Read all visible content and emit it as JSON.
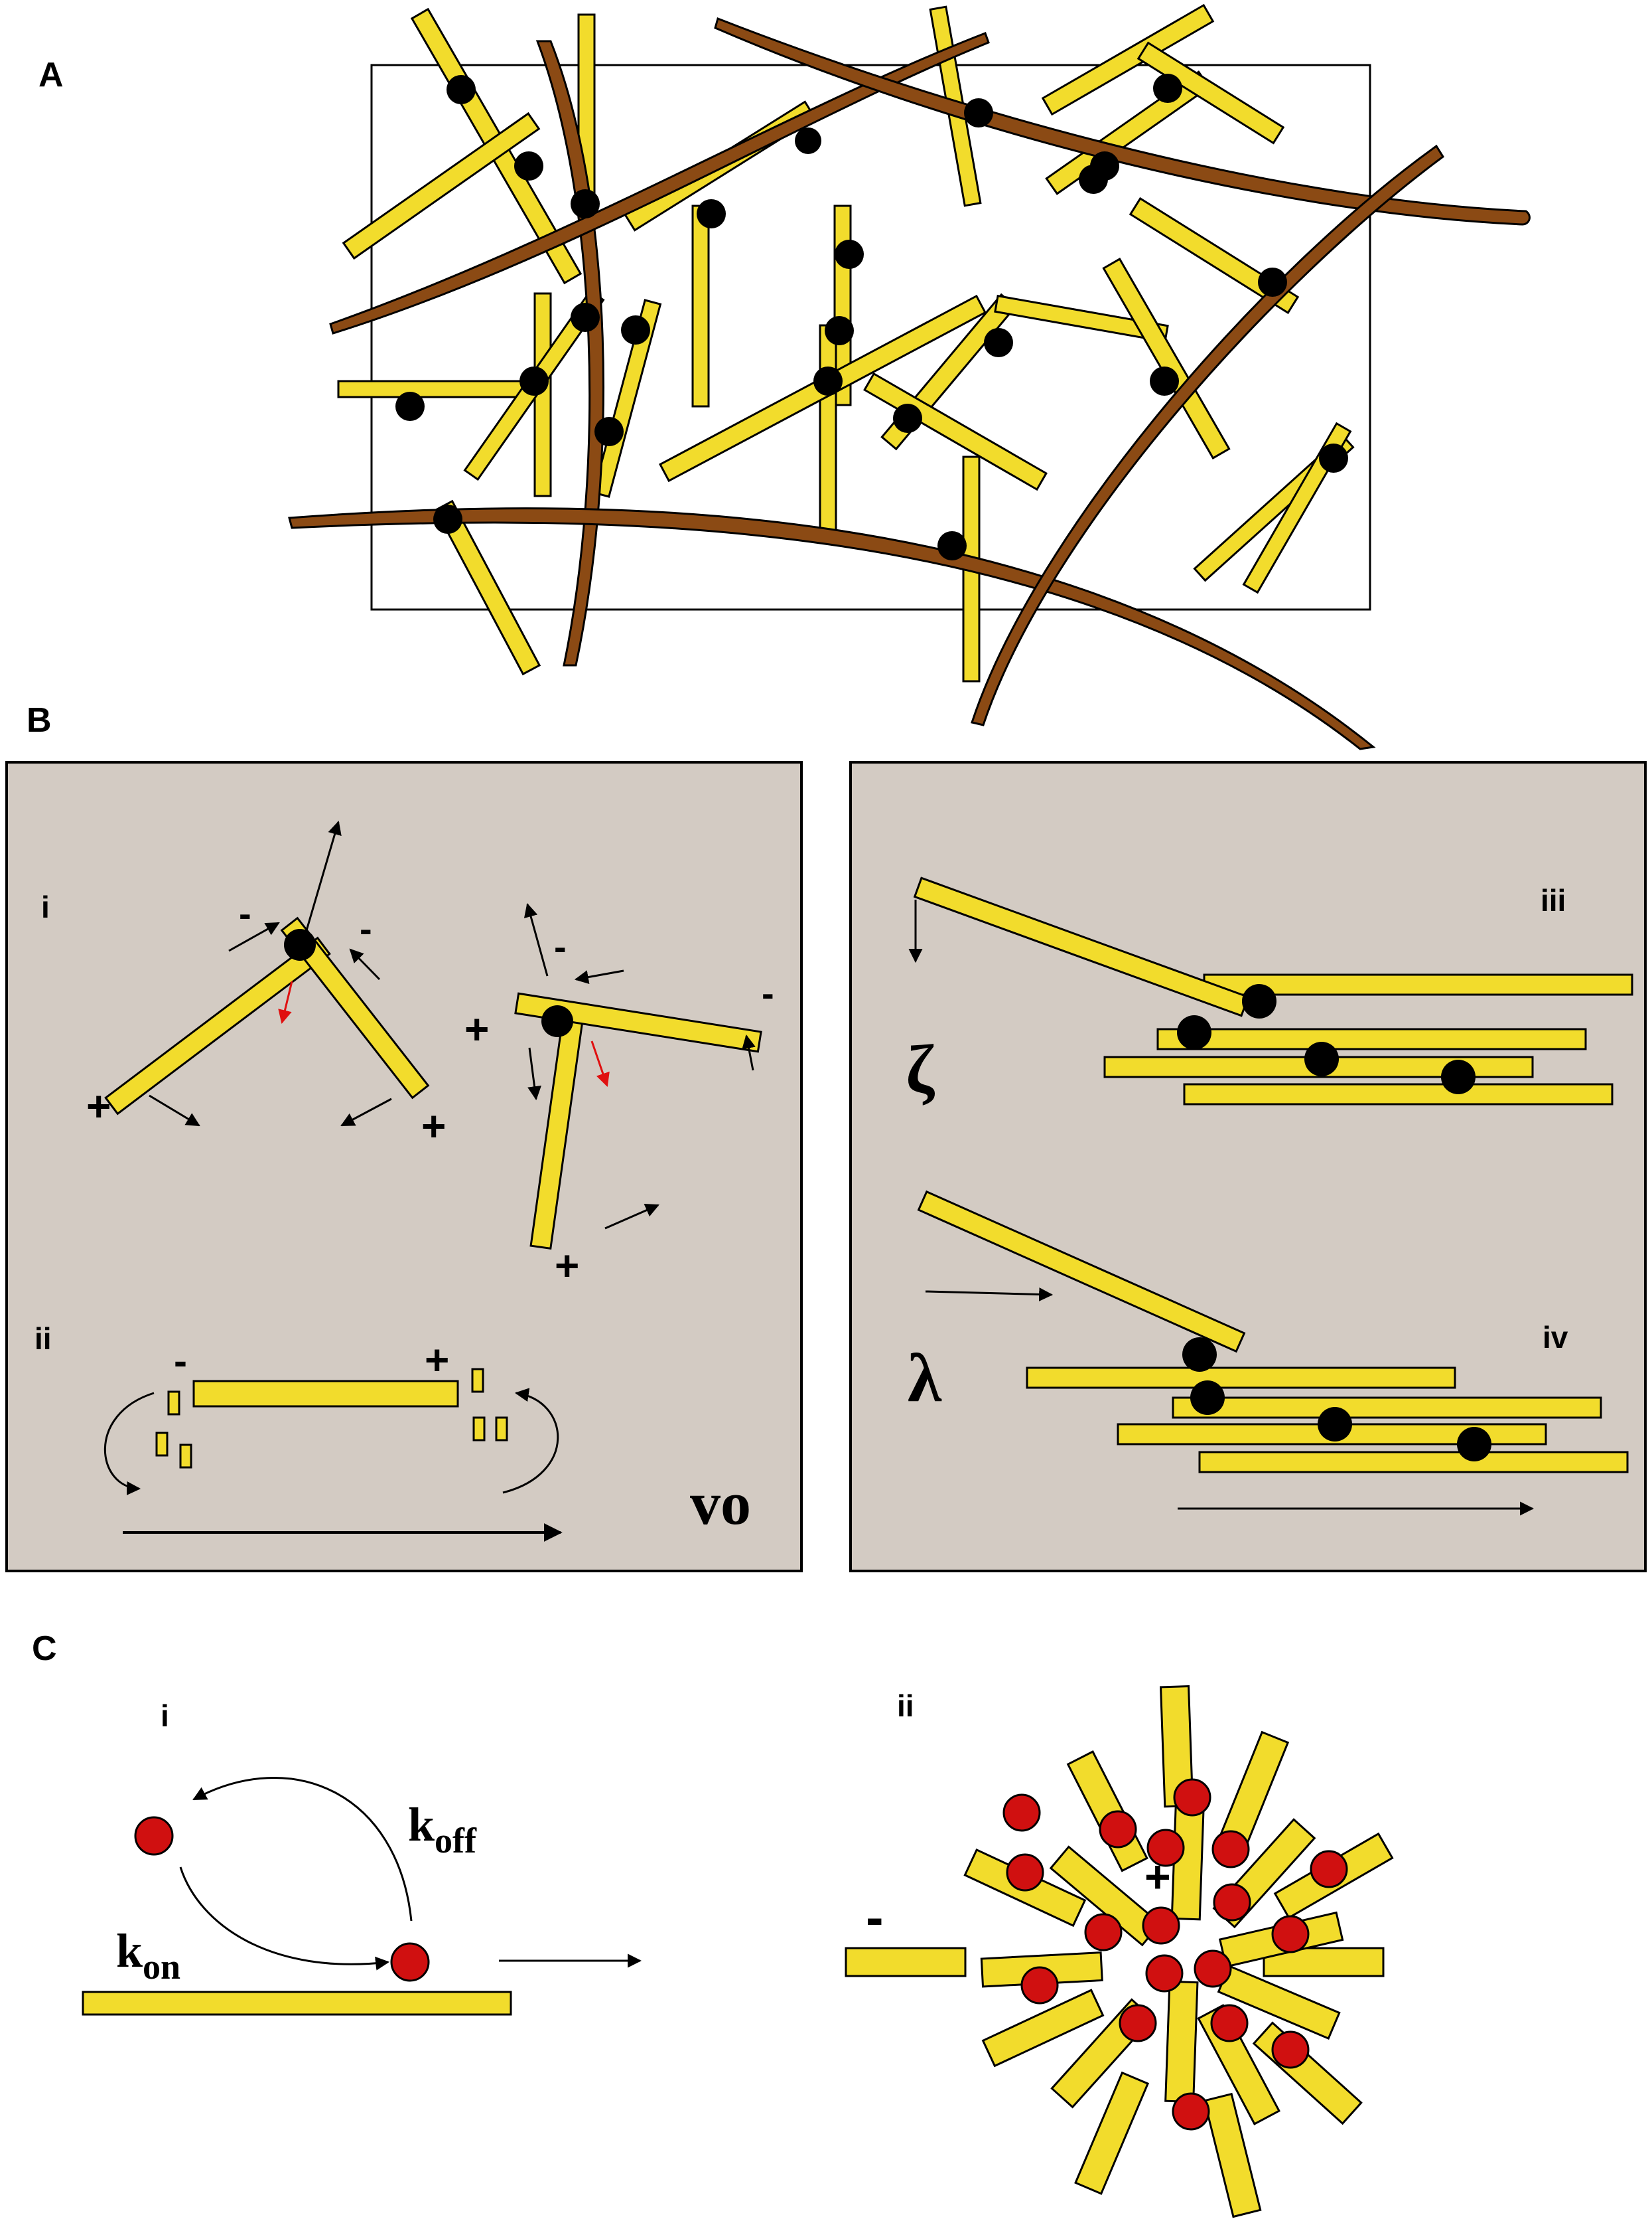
{
  "panels": {
    "a": {
      "label": "A"
    },
    "b": {
      "label": "B",
      "sub_i": "i",
      "sub_ii": "ii",
      "sub_iii": "iii",
      "sub_iv": "iv",
      "vo": "vo",
      "zeta": "ζ",
      "lambda": "λ",
      "plus": "+",
      "minus": "-"
    },
    "c": {
      "label": "C",
      "sub_i": "i",
      "sub_ii": "ii",
      "k": "k",
      "off": "off",
      "on": "on",
      "plus": "+",
      "minus": "-"
    }
  },
  "colors": {
    "filament_fill": "#f2dc2c",
    "filament_stroke": "#000000",
    "actin_fill": "#8b4a14",
    "motor": "#000000",
    "binder": "#d01010",
    "panel_bg": "#d3cbc3",
    "red_arrow": "#e01010"
  }
}
